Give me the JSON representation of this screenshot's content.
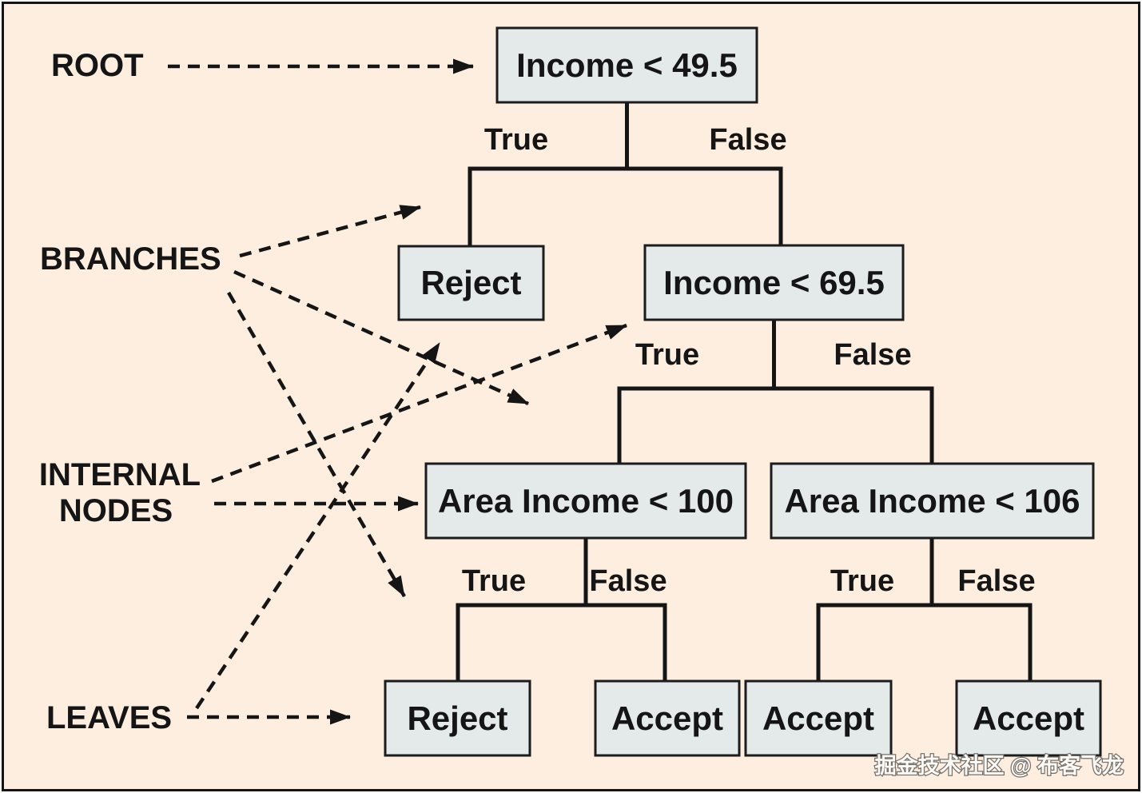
{
  "colors": {
    "background": "#fdeee0",
    "node_fill": "#e4e9ea",
    "node_border": "#1c1c1c",
    "line": "#151515",
    "text": "#151515",
    "frame_border": "#151515",
    "watermark_fill": "#fbfaf7",
    "watermark_outline": "#77716a"
  },
  "annotations": {
    "root": "ROOT",
    "branches": "BRANCHES",
    "internal_line1": "INTERNAL",
    "internal_line2": "NODES",
    "leaves": "LEAVES"
  },
  "nodes": {
    "root": "Income < 49.5",
    "reject_l1": "Reject",
    "income_69": "Income < 69.5",
    "area_100": "Area Income < 100",
    "area_106": "Area Income < 106",
    "leaf_reject": "Reject",
    "leaf_accept_a": "Accept",
    "leaf_accept_b": "Accept",
    "leaf_accept_c": "Accept"
  },
  "edge_labels": {
    "root_true": "True",
    "root_false": "False",
    "income69_true": "True",
    "income69_false": "False",
    "area100_true": "True",
    "area100_false": "False",
    "area106_true": "True",
    "area106_false": "False"
  },
  "watermark": "掘金技术社区 @ 布客飞龙"
}
